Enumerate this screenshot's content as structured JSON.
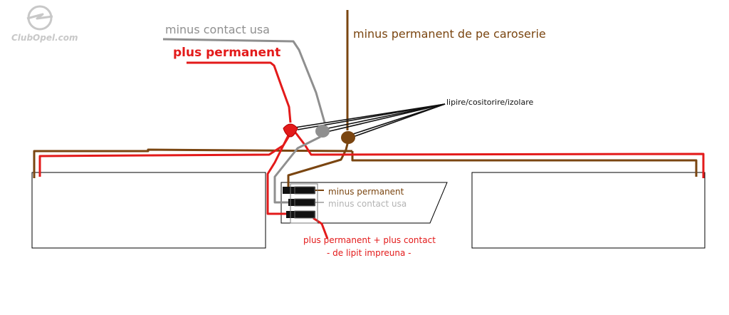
{
  "logo": {
    "text": "ClubOpel.com"
  },
  "labels": {
    "minus_contact_usa_top": "minus contact usa",
    "plus_permanent_top": "plus permanent",
    "minus_permanent_caroserie": "minus permanent de pe caroserie",
    "lipire": "lipire/cositorire/izolare",
    "connector_minus_permanent": "minus permanent",
    "connector_minus_contact_usa": "minus contact usa",
    "plus_note_line1": "plus permanent + plus contact",
    "plus_note_line2": "- de lipit impreuna -"
  },
  "colors": {
    "red": "#e31a1a",
    "gray": "#8f8f8f",
    "light_gray": "#b3b3b3",
    "brown": "#7a4510",
    "black": "#111111",
    "logo": "#c8c8c8"
  },
  "icons": [
    "opel-logo-icon",
    "red-solder-joint-icon",
    "gray-solder-joint-icon",
    "brown-solder-joint-icon",
    "connector-pin-icon"
  ]
}
